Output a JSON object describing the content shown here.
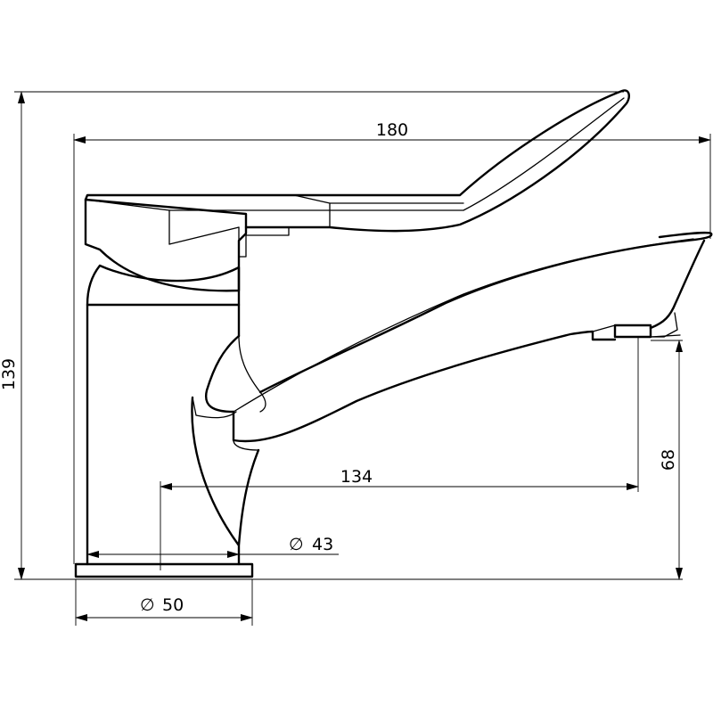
{
  "dimensions": {
    "total_height": "139",
    "total_width": "180",
    "spout_reach": "134",
    "spout_height": "68",
    "hole_diameter": "43",
    "base_diameter": "50",
    "diameter_symbol": "∅"
  }
}
